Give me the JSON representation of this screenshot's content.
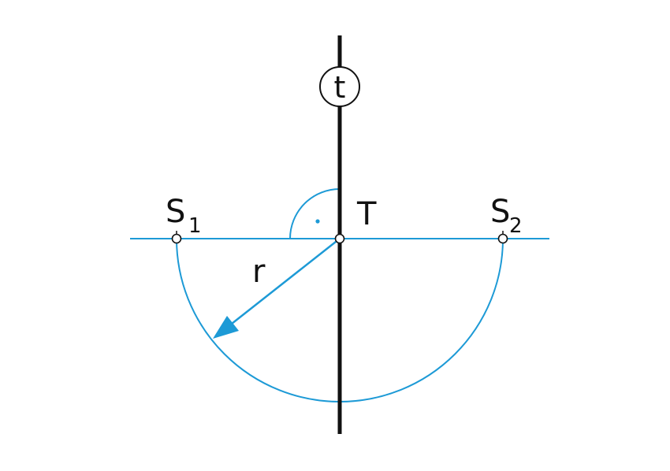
{
  "colors": {
    "construction": "#1d9ad6",
    "line_main": "#111111",
    "point_fill": "#ffffff",
    "background": "#ffffff"
  },
  "labels": {
    "line_t": "t",
    "point_t": "T",
    "point_s1_letter": "S",
    "point_s1_index": "1",
    "point_s2_letter": "S",
    "point_s2_index": "2",
    "radius": "r"
  },
  "icons": {
    "right_angle": "right-angle-marker",
    "radius_arrow": "arrow-icon"
  }
}
